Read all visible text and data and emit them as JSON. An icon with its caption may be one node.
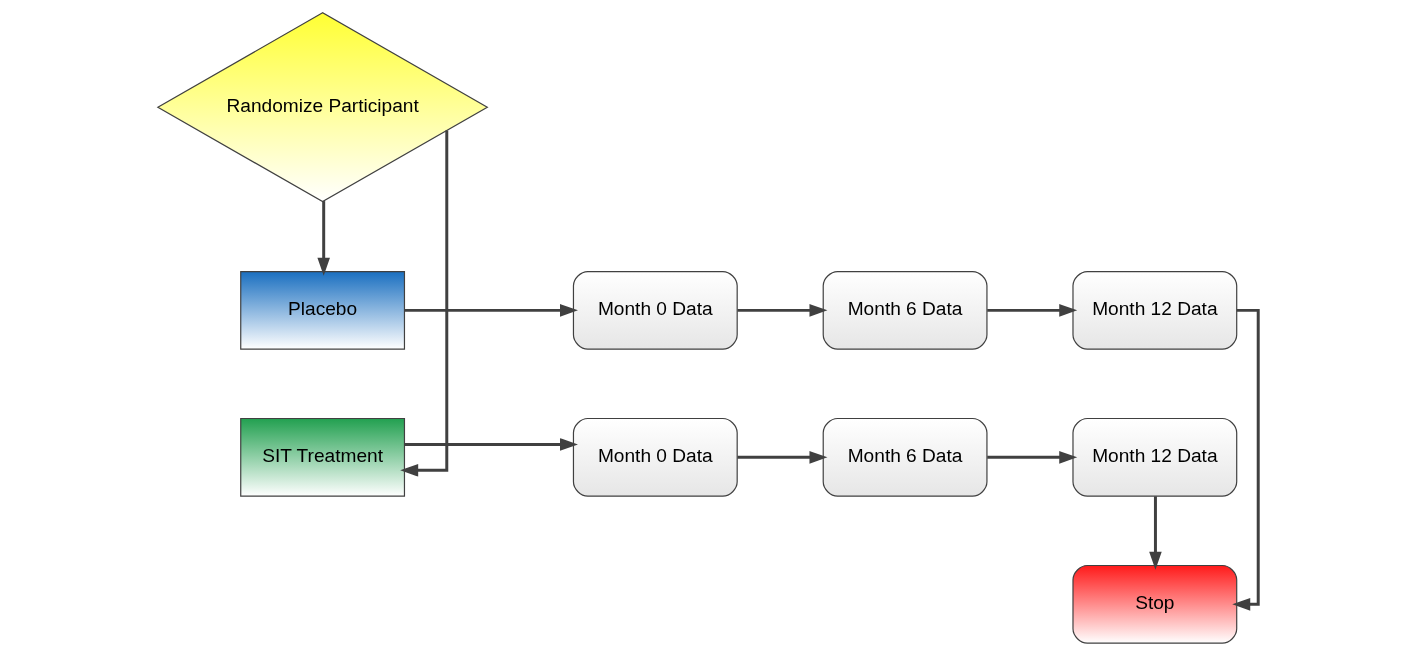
{
  "diagram": {
    "nodes": [
      {
        "text": [
          "Randomize Participant"
        ]
      },
      {
        "text": [
          "SIT Treatment"
        ]
      },
      {
        "text": [
          "Placebo"
        ]
      },
      {
        "text": [
          "Month 0 Data"
        ]
      },
      {
        "text": [
          "Month 6 Data"
        ]
      },
      {
        "text": [
          "Month 12 Data"
        ]
      },
      {
        "text": [
          "Stop"
        ]
      },
      {
        "text": [
          "Month 0 Data"
        ]
      },
      {
        "text": [
          "Month 6 Data"
        ]
      },
      {
        "text": [
          "Month 12 Data"
        ]
      }
    ],
    "edges": [
      {
        "from": 0,
        "to": 1,
        "arrow": "to"
      },
      {
        "from": 0,
        "to": 2,
        "arrow": "to"
      },
      {
        "from": 1,
        "to": 3,
        "arrow": "to"
      },
      {
        "from": 3,
        "to": 4,
        "arrow": "to"
      },
      {
        "from": 4,
        "to": 5,
        "arrow": "to"
      },
      {
        "from": 5,
        "to": 6,
        "arrow": "to"
      },
      {
        "from": 2,
        "to": 7,
        "arrow": "to"
      },
      {
        "from": 7,
        "to": 8,
        "arrow": "to"
      },
      {
        "from": 8,
        "to": 9,
        "arrow": "to"
      },
      {
        "from": 9,
        "to": 6,
        "arrow": "to"
      }
    ]
  }
}
